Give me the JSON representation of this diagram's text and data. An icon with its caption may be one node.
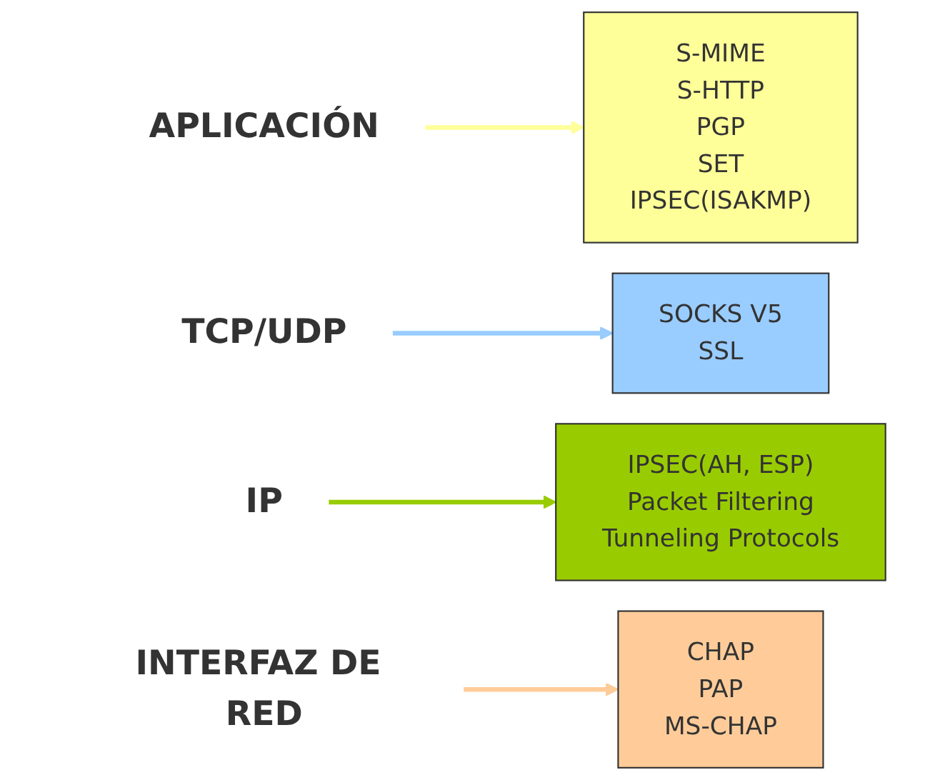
{
  "diagram": {
    "nodes": [
      {
        "text": [
          "APLICACIÓN"
        ]
      },
      {
        "text": [
          "S-MIME",
          "S-HTTP",
          "PGP",
          "SET",
          "IPSEC(ISAKMP)"
        ]
      },
      {
        "text": [
          "TCP/UDP"
        ]
      },
      {
        "text": [
          "SOCKS V5",
          "SSL"
        ]
      },
      {
        "text": [
          "IP"
        ]
      },
      {
        "text": [
          "IPSEC(AH, ESP)",
          "Packet Filtering",
          "Tunneling Protocols"
        ]
      },
      {
        "text": [
          "INTERFAZ DE RED"
        ]
      },
      {
        "text": [
          "CHAP",
          "PAP",
          "MS-CHAP"
        ]
      }
    ],
    "edges": [
      {
        "from": 0,
        "to": 1,
        "arrow": "to",
        "color": "#ffff99"
      },
      {
        "from": 2,
        "to": 3,
        "arrow": "to",
        "color": "#99ccff"
      },
      {
        "from": 4,
        "to": 5,
        "arrow": "to",
        "color": "#99cc00"
      },
      {
        "from": 6,
        "to": 7,
        "arrow": "to",
        "color": "#ffcc99"
      }
    ]
  }
}
